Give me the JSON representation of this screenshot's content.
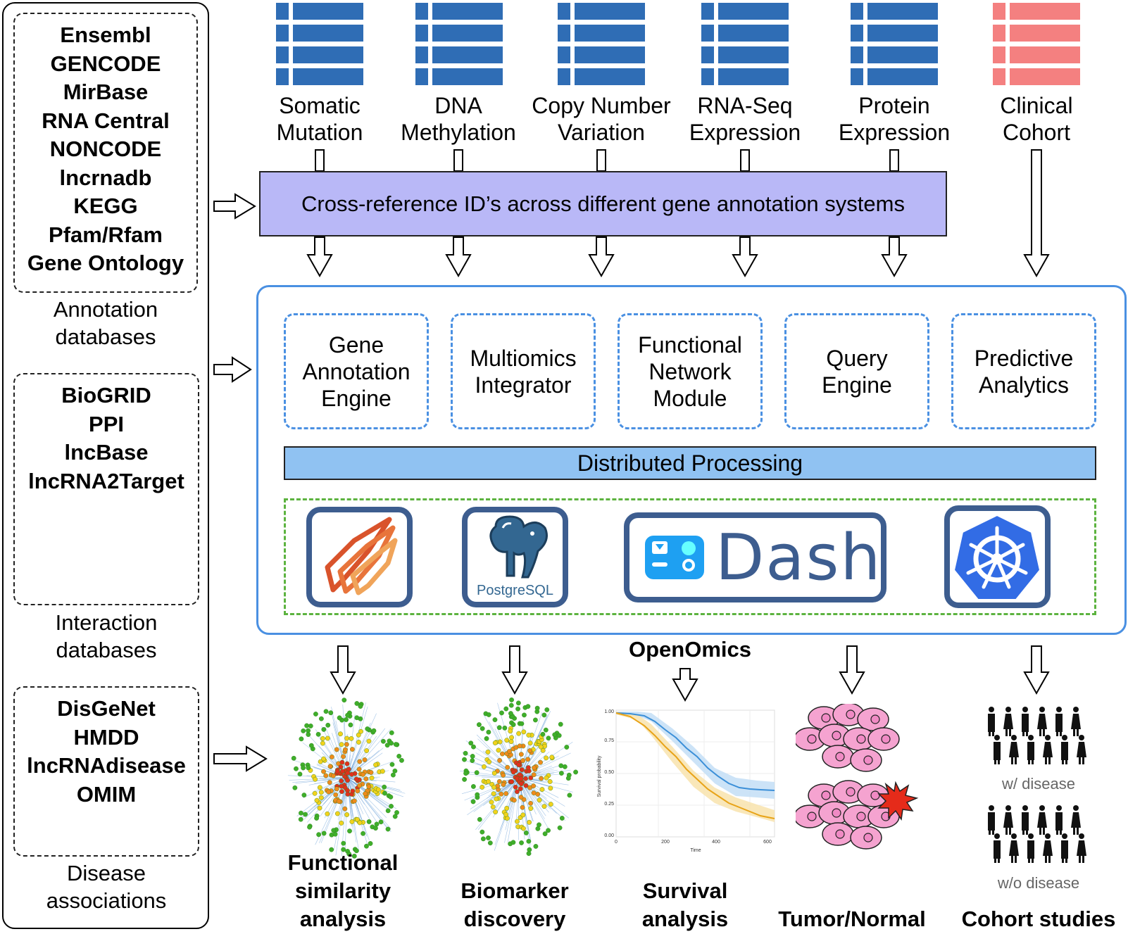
{
  "left_panel": {
    "annotation": {
      "items": [
        "Ensembl",
        "GENCODE",
        "MirBase",
        "RNA Central",
        "NONCODE",
        "lncrnadb",
        "KEGG",
        "Pfam/Rfam",
        "Gene Ontology"
      ],
      "label_line1": "Annotation",
      "label_line2": "databases"
    },
    "interaction": {
      "items": [
        "BioGRID",
        "PPI",
        "lncBase",
        "lncRNA2Target"
      ],
      "label_line1": "Interaction",
      "label_line2": "databases"
    },
    "disease": {
      "items": [
        "DisGeNet",
        "HMDD",
        "lncRNAdisease",
        "OMIM"
      ],
      "label_line1": "Disease",
      "label_line2": "associations"
    }
  },
  "data_types": [
    {
      "line1": "Somatic",
      "line2": "Mutation",
      "color": "#2f6db5"
    },
    {
      "line1": "DNA",
      "line2": "Methylation",
      "color": "#2f6db5"
    },
    {
      "line1": "Copy Number",
      "line2": "Variation",
      "color": "#2f6db5"
    },
    {
      "line1": "RNA-Seq",
      "line2": "Expression",
      "color": "#2f6db5"
    },
    {
      "line1": "Protein",
      "line2": "Expression",
      "color": "#2f6db5"
    },
    {
      "line1": "Clinical",
      "line2": "Cohort",
      "color": "#f48080"
    }
  ],
  "crossref_bar": {
    "text": "Cross-reference ID’s across different gene annotation systems",
    "color": "#b9b8f7"
  },
  "openomics": {
    "title": "OpenOmics",
    "modules": [
      {
        "line1": "Gene",
        "line2": "Annotation",
        "line3": "Engine"
      },
      {
        "line1": "Multiomics",
        "line2": "Integrator",
        "line3": ""
      },
      {
        "line1": "Functional",
        "line2": "Network",
        "line3": "Module"
      },
      {
        "line1": "Query",
        "line2": "Engine",
        "line3": ""
      },
      {
        "line1": "Predictive",
        "line2": "Analytics",
        "line3": ""
      }
    ],
    "distributed_bar": {
      "text": "Distributed Processing",
      "color": "#90c2f2"
    },
    "logos": {
      "postgres_text_a": "Postgre",
      "postgres_text_b": "SQL",
      "dash_text": "Dash"
    }
  },
  "outputs": [
    {
      "line1": "Functional",
      "line2": "similarity",
      "line3": "analysis"
    },
    {
      "line1": "Biomarker",
      "line2": "discovery",
      "line3": ""
    },
    {
      "line1": "Survival",
      "line2": "analysis",
      "line3": ""
    },
    {
      "line1": "Tumor/Normal",
      "line2": "",
      "line3": ""
    },
    {
      "line1": "Cohort studies",
      "line2": "",
      "line3": ""
    }
  ],
  "survival_plot": {
    "ylabel": "Survival probability",
    "xlabel": "Time",
    "yticks": [
      "0.00",
      "0.25",
      "0.50",
      "0.75",
      "1.00"
    ],
    "xticks": [
      "0",
      "200",
      "400",
      "600"
    ]
  },
  "cohort": {
    "with_label": "w/ disease",
    "without_label": "w/o disease"
  }
}
